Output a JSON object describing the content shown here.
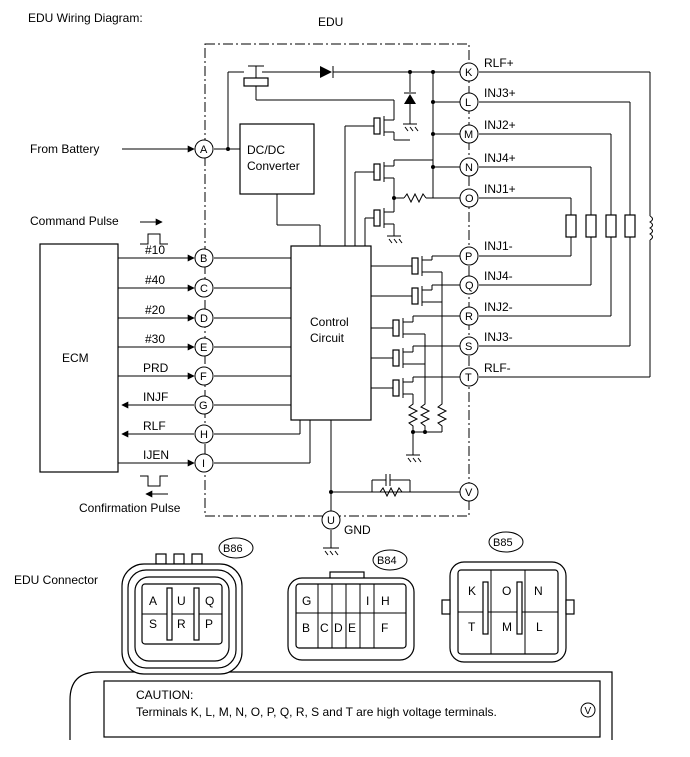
{
  "diagram": {
    "title": "EDU Wiring Diagram:",
    "edu_label": "EDU",
    "from_battery": "From Battery",
    "command_pulse": "Command Pulse",
    "confirmation_pulse": "Confirmation Pulse",
    "dcdc_line1": "DC/DC",
    "dcdc_line2": "Converter",
    "control_line1": "Control",
    "control_line2": "Circuit",
    "ecm_label": "ECM",
    "gnd_label": "GND",
    "terminal_letters": {
      "A": "A",
      "B": "B",
      "C": "C",
      "D": "D",
      "E": "E",
      "F": "F",
      "G": "G",
      "H": "H",
      "I": "I",
      "K": "K",
      "L": "L",
      "M": "M",
      "N": "N",
      "O": "O",
      "P": "P",
      "Q": "Q",
      "R": "R",
      "S": "S",
      "T": "T",
      "U": "U",
      "V": "V"
    },
    "right_labels": {
      "K": "RLF+",
      "L": "INJ3+",
      "M": "INJ2+",
      "N": "INJ4+",
      "O": "INJ1+",
      "P": "INJ1-",
      "Q": "INJ4-",
      "R": "INJ2-",
      "S": "INJ3-",
      "T": "RLF-"
    },
    "signals": {
      "B": "#10",
      "C": "#40",
      "D": "#20",
      "E": "#30",
      "F": "PRD",
      "G": "INJF",
      "H": "RLF",
      "I": "IJEN"
    }
  },
  "connectors": {
    "section_label": "EDU Connector",
    "b86": {
      "name": "B86",
      "row1": [
        "A",
        "U",
        "Q"
      ],
      "row2": [
        "S",
        "R",
        "P"
      ]
    },
    "b84": {
      "name": "B84",
      "row1": [
        "G",
        "",
        "",
        "",
        "I",
        "H"
      ],
      "row2": [
        "B",
        "C",
        "D",
        "E",
        "",
        "F"
      ]
    },
    "b85": {
      "name": "B85",
      "row1": [
        "K",
        "O",
        "N"
      ],
      "row2": [
        "T",
        "M",
        "L"
      ]
    }
  },
  "caution": {
    "title": "CAUTION:",
    "text": "Terminals K, L, M, N, O, P, Q, R, S and T are high voltage terminals.",
    "badge": "V"
  }
}
